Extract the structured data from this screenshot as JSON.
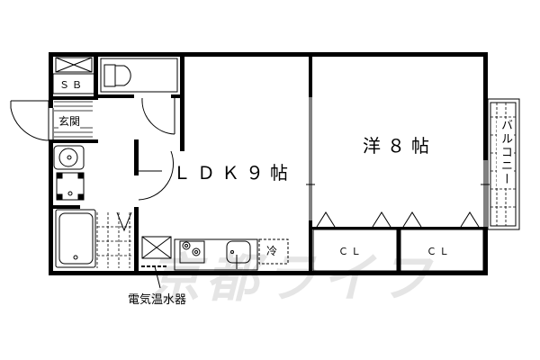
{
  "rooms": {
    "ldk": "ＬＤＫ９帖",
    "western": "洋８帖",
    "closet1": "ＣＬ",
    "closet2": "ＣＬ",
    "storage": "ＳＢ",
    "entrance": "玄関",
    "balcony": "バルコニー",
    "fridge": "冷"
  },
  "annotations": {
    "water_heater": "電気温水器"
  },
  "watermark": "京都ライフ",
  "colors": {
    "wall": "#000000",
    "background": "#ffffff"
  }
}
